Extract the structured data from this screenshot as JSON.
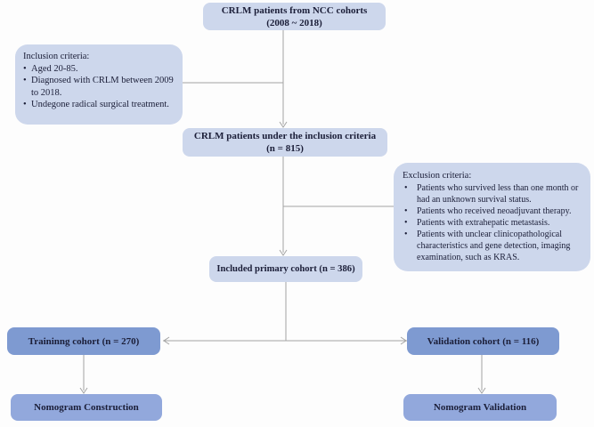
{
  "diagram": {
    "type": "flowchart",
    "topic": "CRLM patient cohort selection for nomogram construction and validation",
    "boxes": {
      "top": {
        "line1": "CRLM patients from NCC cohorts",
        "line2": "(2008 ~ 2018)"
      },
      "inclusion": {
        "heading": "Inclusion criteria:",
        "items": [
          "Aged 20-85.",
          "Diagnosed with CRLM between 2009 to 2018.",
          "Undegone radical surgical treatment."
        ]
      },
      "under_inclusion": {
        "line1": "CRLM patients under the inclusion criteria",
        "line2": "(n = 815)"
      },
      "exclusion": {
        "heading": "Exclusion criteria:",
        "items": [
          "Patients who survived less than one month or had an unknown survival status.",
          "Patients who received neoadjuvant therapy.",
          "Patients with extrahepatic metastasis.",
          "Patients with unclear clinicopathological characteristics and gene detection, imaging examination, such as KRAS."
        ]
      },
      "primary": {
        "label": "Included primary cohort (n = 386)"
      },
      "training": {
        "label": "Traininng cohort  (n = 270)"
      },
      "validation": {
        "label": "Validation cohort (n = 116)"
      },
      "nomogram_construction": {
        "label": "Nomogram Construction"
      },
      "nomogram_validation": {
        "label": "Nomogram Validation"
      }
    },
    "colors": {
      "light_box": "#cdd7ec",
      "cohort_box": "#7e9ad1",
      "nomogram_box": "#92a8dc",
      "connector_line": "#a3a3a3",
      "text": "#1b1e38"
    }
  }
}
